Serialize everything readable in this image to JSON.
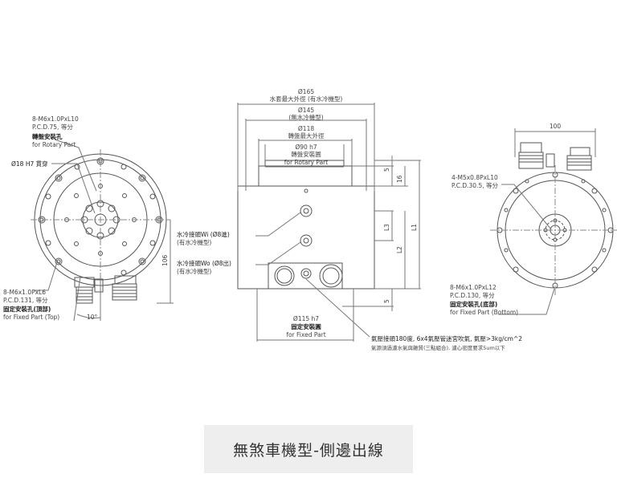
{
  "left_view": {
    "rotary_holes": [
      "8-M6x1.0PxL10",
      "P.C.D.75, 等分",
      "轉盤安裝孔",
      "for Rotary Part"
    ],
    "bore": "Ø18 H7 貫穿",
    "fixed_holes_top": [
      "8-M6x1.0PxL6",
      "P.C.D.131, 等分",
      "固定安裝孔(頂部)",
      "for Fixed Part (Top)"
    ],
    "height_dim": "106",
    "angle_dim": "10°"
  },
  "center_view": {
    "d165": [
      "Ø165",
      "水套最大外徑 (有水冷機型)"
    ],
    "d145": [
      "Ø145",
      "(無水冷機型)"
    ],
    "d118": [
      "Ø118",
      "轉盤最大外徑"
    ],
    "d90": [
      "Ø90 h7",
      "轉盤安裝圓",
      "for Rotary Part"
    ],
    "water_in": [
      "水冷接頭Wi (Ø8進)",
      "(有水冷機型)"
    ],
    "water_out": [
      "水冷接頭Wo (Ø8出)",
      "(有水冷機型)"
    ],
    "d115": [
      "Ø115 h7",
      "固定安裝圓",
      "for Fixed Part"
    ],
    "dims_right": [
      "5",
      "16",
      "L3",
      "L2",
      "L1",
      "5"
    ],
    "air_note": [
      "氣壓接頭180度, 6x4氣壓管迷宮吹氣, 氣壓>3kg/cm^2",
      "氣源須過濾水氣與雜質(三點組合), 濾心密度要求5um以下"
    ]
  },
  "right_view": {
    "width_dim": "100",
    "m5_holes": [
      "4-M5x0.8PxL10",
      "P.C.D.30.5, 等分"
    ],
    "fixed_holes_bottom": [
      "8-M6x1.0PxL12",
      "P.C.D.130, 等分",
      "固定安裝孔(底部)",
      "for Fixed Part (Bottom)"
    ]
  },
  "caption": "無煞車機型-側邊出線",
  "colors": {
    "line": "#555555",
    "dim": "#777777",
    "caption_bg": "#eeeeee"
  }
}
